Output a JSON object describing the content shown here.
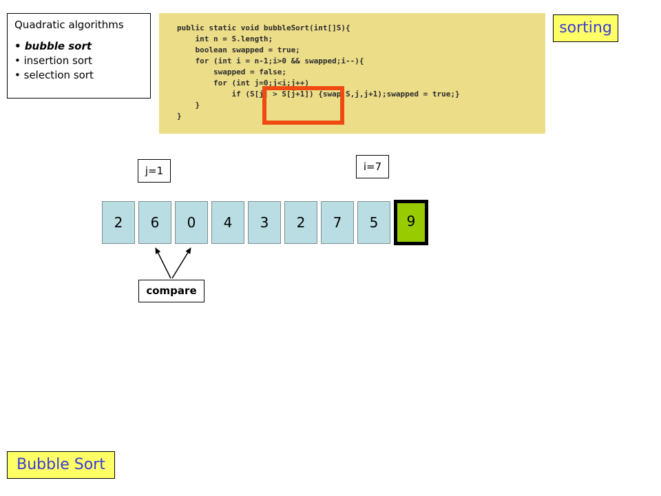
{
  "algorithms": {
    "title": "Quadratic algorithms",
    "items": [
      {
        "label": "bubble sort",
        "active": true
      },
      {
        "label": "insertion sort",
        "active": false
      },
      {
        "label": "selection sort",
        "active": false
      }
    ]
  },
  "code": {
    "lines": [
      "public static void bubbleSort(int[]S){",
      "    int n = S.length;",
      "    boolean swapped = true;",
      "    for (int i = n-1;i>0 && swapped;i--){",
      "        swapped = false;",
      "        for (int j=0;j<i;j++)",
      "            if (S[j] > S[j+1]) {swap(S,j,j+1);swapped = true;}",
      "    }",
      "}"
    ],
    "highlight_color": "#ee4a12",
    "background": "#ecdd89"
  },
  "badges": {
    "topic": "sorting",
    "title": "Bubble Sort"
  },
  "pointers": {
    "j_label": "j=1",
    "i_label": "i=7"
  },
  "array": {
    "values": [
      "2",
      "6",
      "0",
      "4",
      "3",
      "2",
      "7",
      "5",
      "9"
    ],
    "sorted_from_index": 8,
    "cell_color": "#b9dde2",
    "sorted_color": "#99cc00"
  },
  "compare_label": "compare"
}
